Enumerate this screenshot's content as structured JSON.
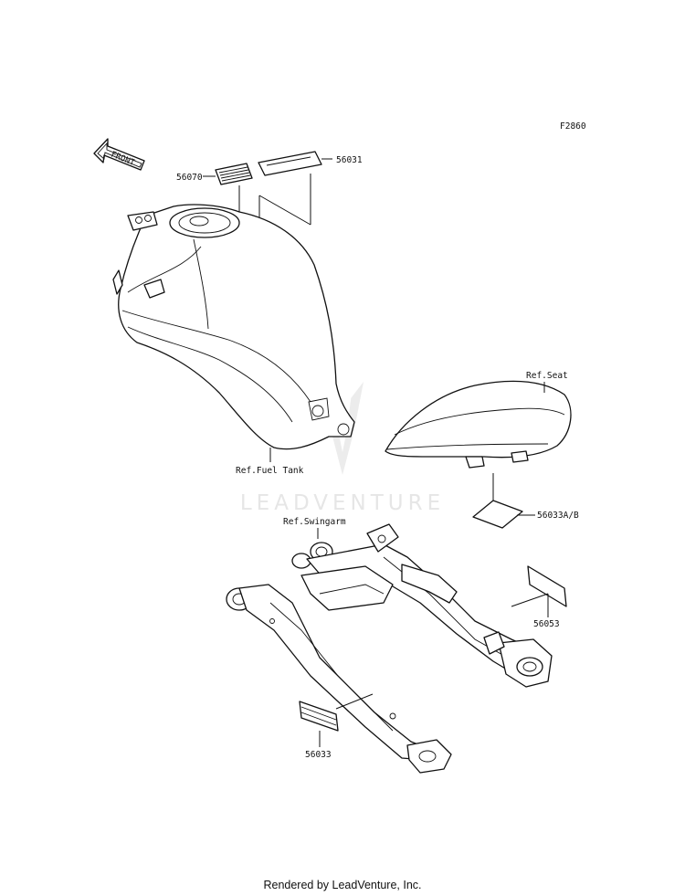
{
  "figure_code": "F2860",
  "front_arrow_label": "FRONT",
  "watermark_text": "LEADVENTURE",
  "parts": [
    {
      "number": "56070"
    },
    {
      "number": "56031"
    },
    {
      "number": "56033A/B"
    },
    {
      "number": "56053"
    },
    {
      "number": "56033"
    }
  ],
  "references": {
    "fuel_tank": "Ref.Fuel Tank",
    "seat": "Ref.Seat",
    "swingarm": "Ref.Swingarm"
  },
  "footer": "Rendered by LeadVenture, Inc.",
  "colors": {
    "ink": "#111111",
    "watermark": "#e6e6e6",
    "background": "#ffffff"
  }
}
